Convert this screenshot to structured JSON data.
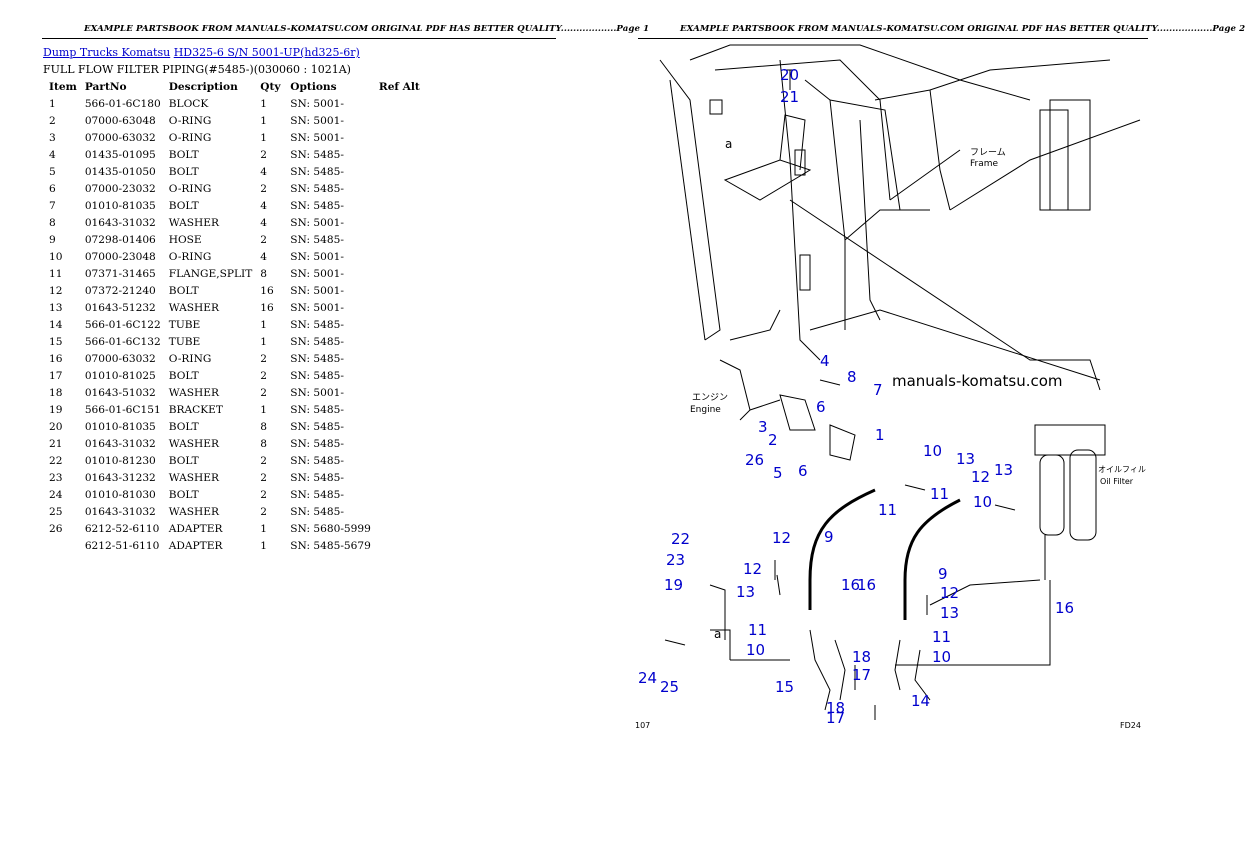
{
  "header": {
    "left": "EXAMPLE PARTSBOOK FROM MANUALS-KOMATSU.COM ORIGINAL PDF HAS BETTER QUALITY..................Page 1",
    "right": "EXAMPLE PARTSBOOK FROM MANUALS-KOMATSU.COM ORIGINAL PDF HAS BETTER QUALITY..................Page 2"
  },
  "breadcrumb": {
    "category": "Dump Trucks Komatsu",
    "model": "HD325-6 S/N 5001-UP(hd325-6r)"
  },
  "subtitle": "FULL FLOW FILTER PIPING(#5485-)(030060 : 1021A)",
  "table": {
    "headers": [
      "Item",
      "PartNo",
      "Description",
      "Qty",
      "Options",
      "Ref Alt"
    ],
    "rows": [
      [
        "1",
        "566-01-6C180",
        "BLOCK",
        "1",
        "SN: 5001-",
        ""
      ],
      [
        "2",
        "07000-63048",
        "O-RING",
        "1",
        "SN: 5001-",
        ""
      ],
      [
        "3",
        "07000-63032",
        "O-RING",
        "1",
        "SN: 5001-",
        ""
      ],
      [
        "4",
        "01435-01095",
        "BOLT",
        "2",
        "SN: 5485-",
        ""
      ],
      [
        "5",
        "01435-01050",
        "BOLT",
        "4",
        "SN: 5485-",
        ""
      ],
      [
        "6",
        "07000-23032",
        "O-RING",
        "2",
        "SN: 5485-",
        ""
      ],
      [
        "7",
        "01010-81035",
        "BOLT",
        "4",
        "SN: 5485-",
        ""
      ],
      [
        "8",
        "01643-31032",
        "WASHER",
        "4",
        "SN: 5001-",
        ""
      ],
      [
        "9",
        "07298-01406",
        "HOSE",
        "2",
        "SN: 5485-",
        ""
      ],
      [
        "10",
        "07000-23048",
        "O-RING",
        "4",
        "SN: 5001-",
        ""
      ],
      [
        "11",
        "07371-31465",
        "FLANGE,SPLIT",
        "8",
        "SN: 5001-",
        ""
      ],
      [
        "12",
        "07372-21240",
        "BOLT",
        "16",
        "SN: 5001-",
        ""
      ],
      [
        "13",
        "01643-51232",
        "WASHER",
        "16",
        "SN: 5001-",
        ""
      ],
      [
        "14",
        "566-01-6C122",
        "TUBE",
        "1",
        "SN: 5485-",
        ""
      ],
      [
        "15",
        "566-01-6C132",
        "TUBE",
        "1",
        "SN: 5485-",
        ""
      ],
      [
        "16",
        "07000-63032",
        "O-RING",
        "2",
        "SN: 5485-",
        ""
      ],
      [
        "17",
        "01010-81025",
        "BOLT",
        "2",
        "SN: 5485-",
        ""
      ],
      [
        "18",
        "01643-51032",
        "WASHER",
        "2",
        "SN: 5001-",
        ""
      ],
      [
        "19",
        "566-01-6C151",
        "BRACKET",
        "1",
        "SN: 5485-",
        ""
      ],
      [
        "20",
        "01010-81035",
        "BOLT",
        "8",
        "SN: 5485-",
        ""
      ],
      [
        "21",
        "01643-31032",
        "WASHER",
        "8",
        "SN: 5485-",
        ""
      ],
      [
        "22",
        "01010-81230",
        "BOLT",
        "2",
        "SN: 5485-",
        ""
      ],
      [
        "23",
        "01643-31232",
        "WASHER",
        "2",
        "SN: 5485-",
        ""
      ],
      [
        "24",
        "01010-81030",
        "BOLT",
        "2",
        "SN: 5485-",
        ""
      ],
      [
        "25",
        "01643-31032",
        "WASHER",
        "2",
        "SN: 5485-",
        ""
      ],
      [
        "26",
        "6212-52-6110",
        "ADAPTER",
        "1",
        "SN: 5680-5999",
        ""
      ],
      [
        "",
        "6212-51-6110",
        "ADAPTER",
        "1",
        "SN: 5485-5679",
        ""
      ]
    ]
  },
  "diagram": {
    "watermark": "manuals-komatsu.com",
    "label_frame_jp": "フレーム",
    "label_frame": "Frame",
    "label_engine_jp": "エンジン",
    "label_engine": "Engine",
    "label_filter_jp": "オイルフィル",
    "label_filter": "Oil Filter",
    "label_a": "a",
    "footer_left": "107",
    "footer_right": "FD24",
    "callouts": [
      "20",
      "21",
      "4",
      "8",
      "7",
      "6",
      "3",
      "2",
      "1",
      "26",
      "5",
      "6",
      "10",
      "11",
      "13",
      "12",
      "10",
      "11",
      "13",
      "12",
      "9",
      "9",
      "16",
      "22",
      "23",
      "12",
      "13",
      "19",
      "11",
      "10",
      "24",
      "25",
      "15",
      "18",
      "17",
      "18",
      "17",
      "16",
      "12",
      "13",
      "11",
      "10",
      "14",
      "16"
    ]
  },
  "colors": {
    "link": "#0000cc",
    "callout": "#0000cc"
  }
}
